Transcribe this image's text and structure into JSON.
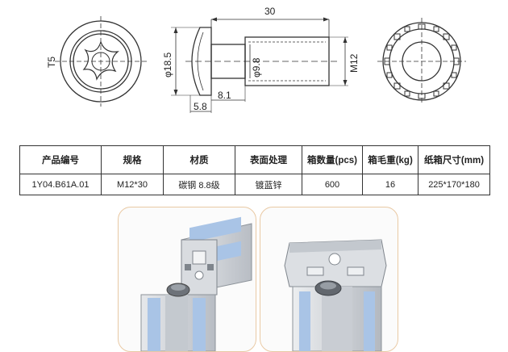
{
  "drawing": {
    "drive_label": "T5",
    "head_dia_label": "φ18.5",
    "shank_dia_label": "φ9.8",
    "thread_label": "M12",
    "length_label": "30",
    "head_height_label": "5.8",
    "neck_length_label": "8.1"
  },
  "table": {
    "headers": [
      "产品编号",
      "规格",
      "材质",
      "表面处理",
      "箱数量(pcs)",
      "箱毛重(kg)",
      "纸箱尺寸(mm)"
    ],
    "rows": [
      [
        "1Y04.B61A.01",
        "M12*30",
        "碳钢 8.8级",
        "镀蓝锌",
        "600",
        "16",
        "225*170*180"
      ]
    ]
  },
  "colors": {
    "profile_blue": "#a9c4e6",
    "frame_border": "#e9c9a4",
    "aluminum": "#cfd3d8"
  }
}
